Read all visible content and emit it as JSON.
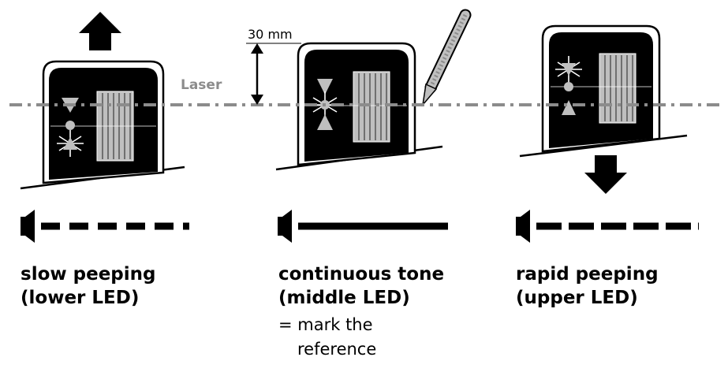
{
  "labels": {
    "laser": "Laser",
    "dimension": "30 mm"
  },
  "signals": [
    {
      "title": "slow peeping",
      "led": "(lower LED)"
    },
    {
      "title": "continuous tone",
      "led": "(middle LED)",
      "note_line1": "= mark the",
      "note_line2": "reference"
    },
    {
      "title": "rapid peeping",
      "led": "(upper LED)"
    }
  ],
  "colors": {
    "laser_line": "#8c8c8c",
    "device_body": "#000000",
    "led": "#bfbfbf"
  }
}
